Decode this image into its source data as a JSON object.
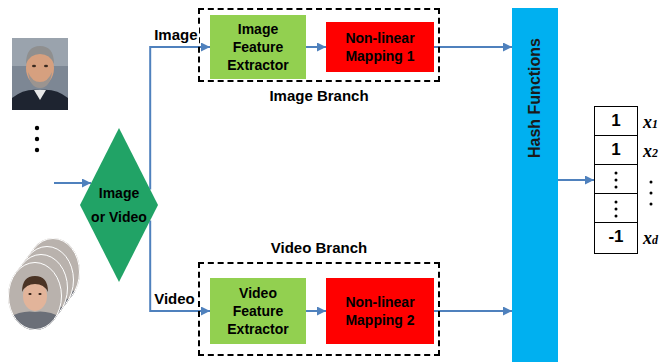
{
  "diagram": {
    "nodes": [
      {
        "text": [
          "Image or Video"
        ]
      },
      {
        "text": [
          "Image Branch"
        ]
      },
      {
        "text": [
          "Image Feature Extractor"
        ],
        "in": 1
      },
      {
        "text": [
          "Non-linear Mapping 1"
        ],
        "in": 1
      },
      {
        "text": [
          "Hash Functions"
        ]
      },
      {
        "text": [
          "Video Branch"
        ]
      },
      {
        "text": [
          "Video Feature Extractor"
        ],
        "in": 5
      },
      {
        "text": [
          "Non-linear Mapping 2"
        ],
        "in": 5
      },
      {
        "text": [
          "1",
          "1",
          "-1"
        ]
      }
    ],
    "edges": [
      {
        "from": 0,
        "to": 2,
        "arrow": "to",
        "label": "Image"
      },
      {
        "from": 2,
        "to": 3,
        "arrow": "to"
      },
      {
        "from": 3,
        "to": 4,
        "arrow": "to"
      },
      {
        "from": 0,
        "to": 6,
        "arrow": "to",
        "label": "Video"
      },
      {
        "from": 6,
        "to": 7,
        "arrow": "to"
      },
      {
        "from": 7,
        "to": 4,
        "arrow": "to"
      },
      {
        "from": 4,
        "to": 8,
        "arrow": "to"
      }
    ],
    "labels": [
      "x1",
      "x2",
      "xd"
    ]
  }
}
